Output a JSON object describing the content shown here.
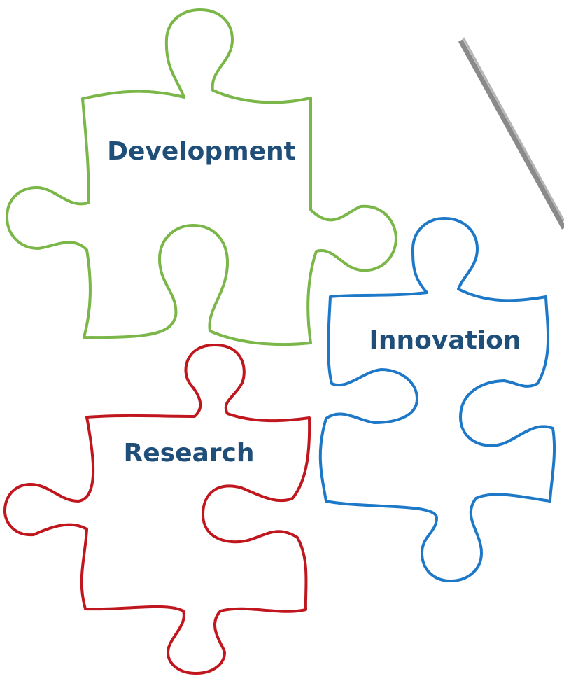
{
  "colors": {
    "background": "#ffffff",
    "development": "#7ab648",
    "innovation": "#1e78c8",
    "research": "#c0161e",
    "label": "#1f4e79",
    "pencil": "#8a8a8a",
    "pencil_shade": "#b5b5b5"
  },
  "pieces": {
    "development": {
      "label": "Development"
    },
    "innovation": {
      "label": "Innovation"
    },
    "research": {
      "label": "Research"
    }
  }
}
